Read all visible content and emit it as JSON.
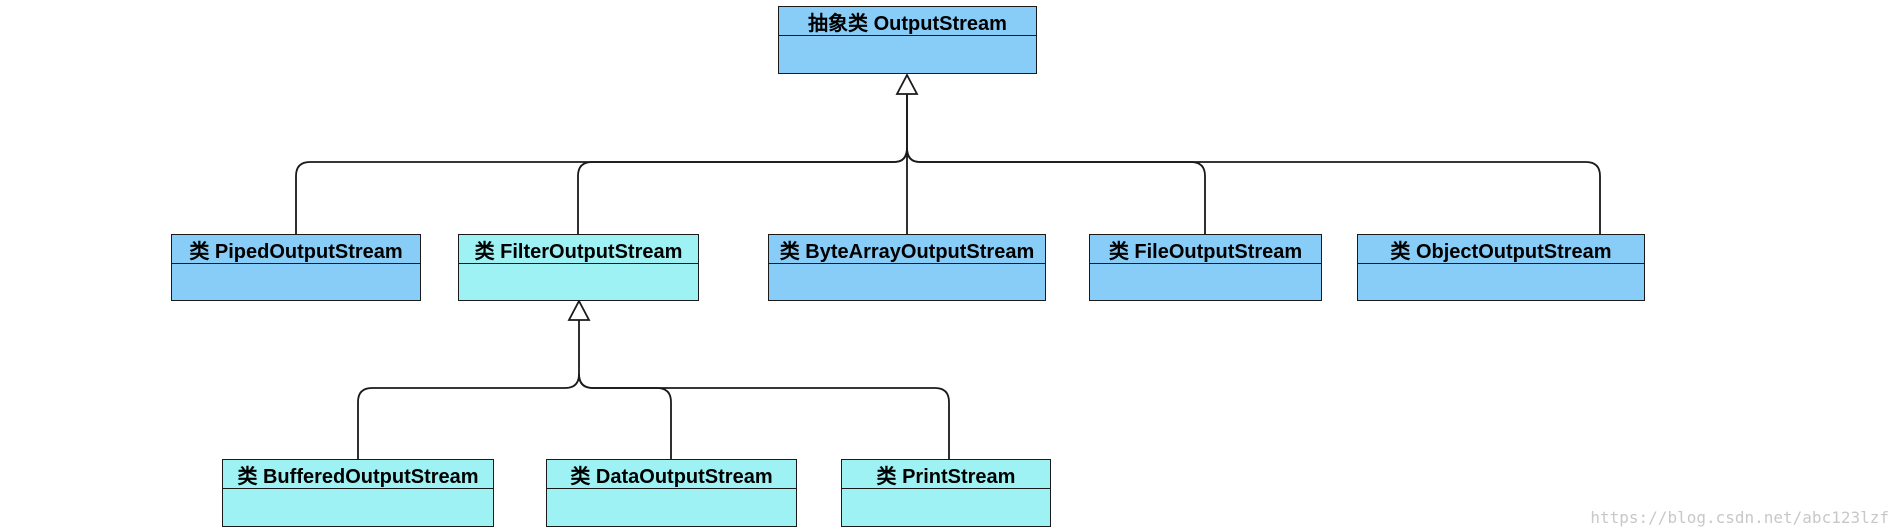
{
  "colors": {
    "abstract_fill": "#87cdf7",
    "filter_fill": "#9ef2f4",
    "border": "#1a1a1a"
  },
  "classes": {
    "output_stream": "抽象类 OutputStream",
    "piped_output_stream": "类 PipedOutputStream",
    "filter_output_stream": "类 FilterOutputStream",
    "byte_array_output_stream": "类 ByteArrayOutputStream",
    "file_output_stream": "类 FileOutputStream",
    "object_output_stream": "类 ObjectOutputStream",
    "buffered_output_stream": "类 BufferedOutputStream",
    "data_output_stream": "类 DataOutputStream",
    "print_stream": "类 PrintStream"
  },
  "watermark": "https://blog.csdn.net/abc123lzf"
}
